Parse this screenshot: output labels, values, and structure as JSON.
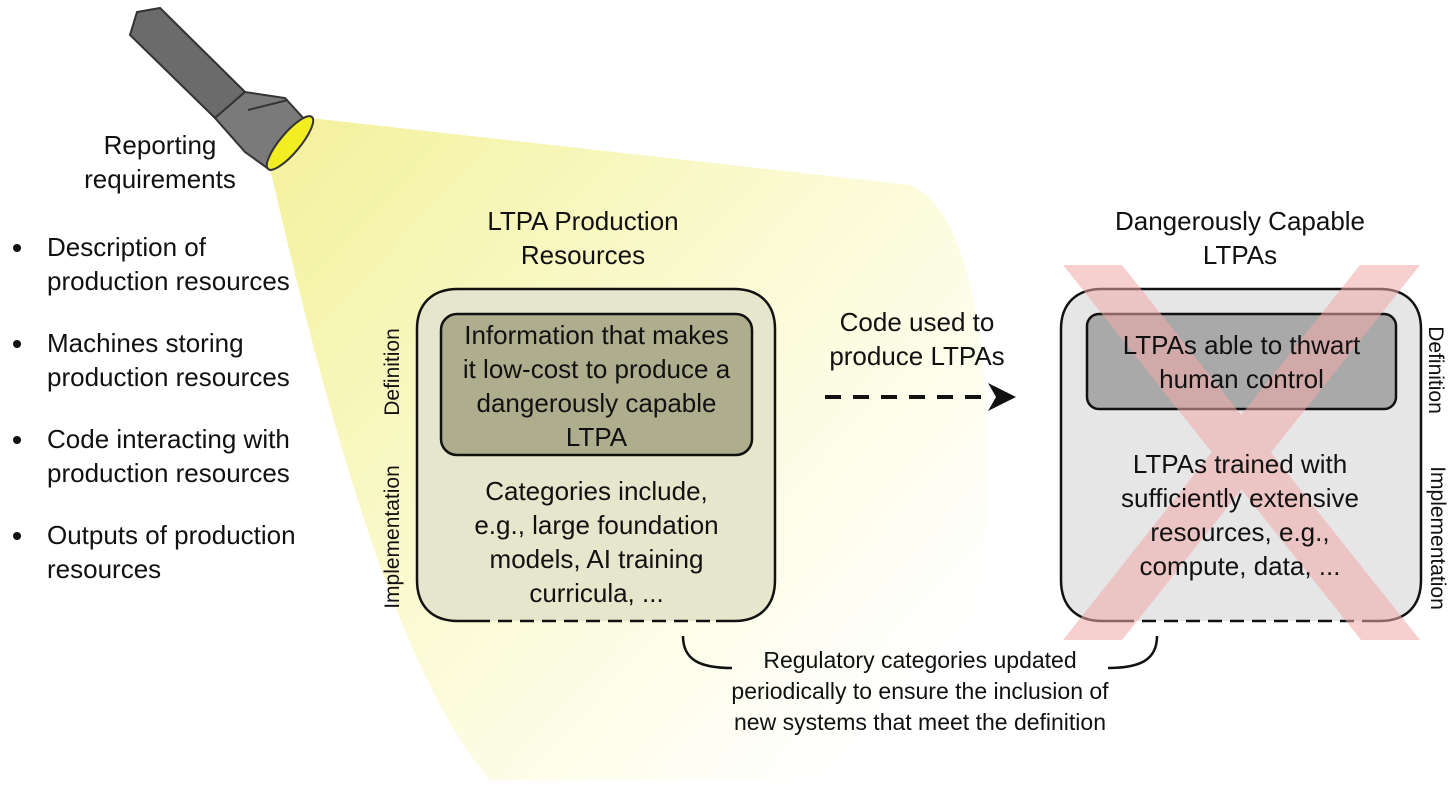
{
  "left_panel": {
    "title_lines": [
      "Reporting",
      "requirements"
    ],
    "bullets": [
      [
        "Description of",
        "production resources"
      ],
      [
        "Machines storing",
        "production resources"
      ],
      [
        "Code interacting with",
        "production resources"
      ],
      [
        "Outputs of production",
        "resources"
      ]
    ]
  },
  "production": {
    "title_lines": [
      "LTPA Production",
      "Resources"
    ],
    "definition_label": "Definition",
    "implementation_label": "Implementation",
    "definition_lines": [
      "Information that makes",
      "it low-cost to produce a",
      "dangerously capable",
      "LTPA"
    ],
    "implementation_lines": [
      "Categories include,",
      "e.g., large foundation",
      "models, AI training",
      "curricula, ..."
    ]
  },
  "arrow": {
    "label_lines": [
      "Code used to",
      "produce LTPAs"
    ]
  },
  "capable": {
    "title_lines": [
      "Dangerously Capable",
      "LTPAs"
    ],
    "definition_label": "Definition",
    "implementation_label": "Implementation",
    "definition_lines": [
      "LTPAs able to thwart",
      "human control"
    ],
    "implementation_lines": [
      "LTPAs trained with",
      "sufficiently extensive",
      "resources, e.g.,",
      "compute, data, ..."
    ]
  },
  "footnote": {
    "lines": [
      "Regulatory categories updated",
      "periodically to ensure the inclusion of",
      "new systems that meet the definition"
    ]
  },
  "colors": {
    "beam": "#f7f6a8",
    "flashlight_body": "#6b6b6b",
    "flashlight_lens": "#f2ee22",
    "production_box": "#e6e6cc",
    "production_definition": "#aeae8e",
    "capable_box": "#e6e6e6",
    "capable_definition": "#a9a9a9",
    "cross_mark": "#f2b3b3"
  }
}
